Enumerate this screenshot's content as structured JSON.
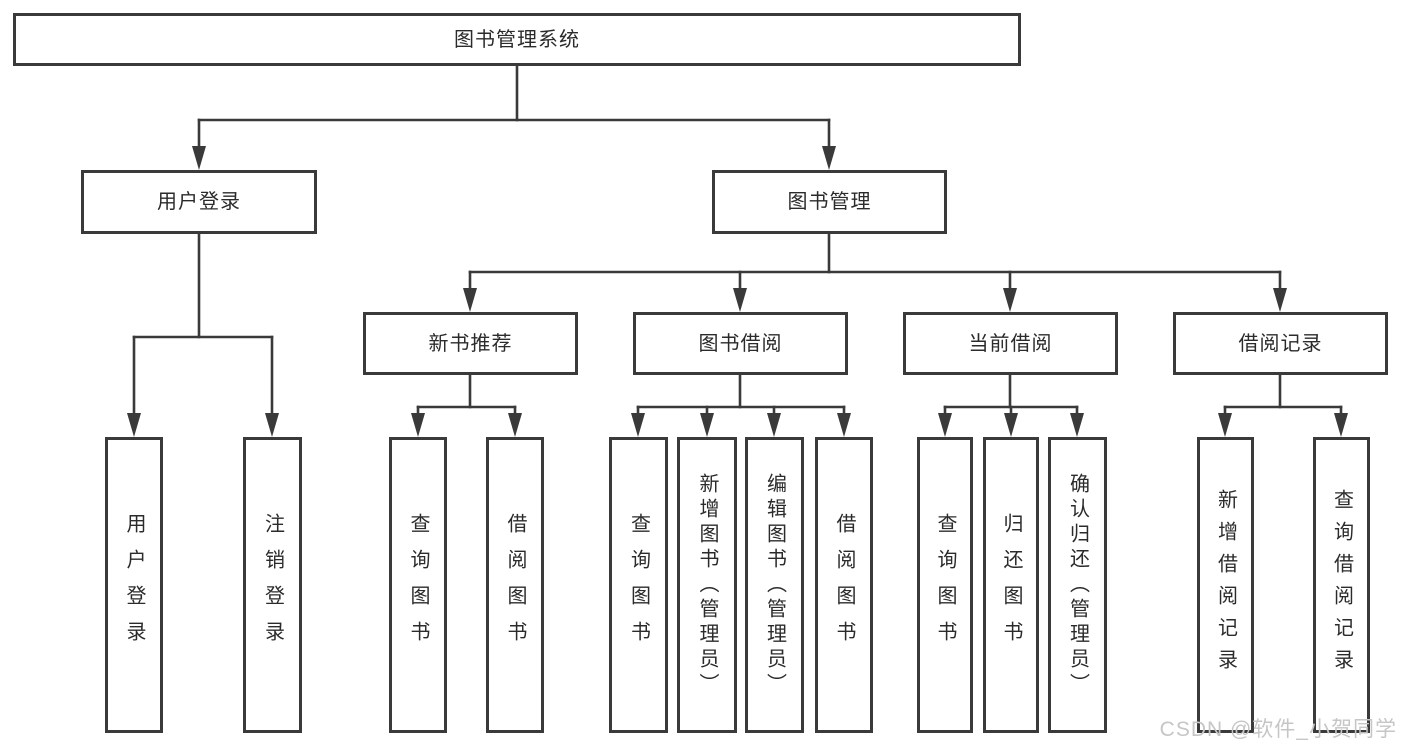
{
  "diagram_type": "hierarchy-tree",
  "tree": {
    "label": "图书管理系统",
    "children": [
      {
        "label": "用户登录",
        "children": [
          {
            "label": "用户登录"
          },
          {
            "label": "注销登录"
          }
        ]
      },
      {
        "label": "图书管理",
        "children": [
          {
            "label": "新书推荐",
            "children": [
              {
                "label": "查询图书"
              },
              {
                "label": "借阅图书"
              }
            ]
          },
          {
            "label": "图书借阅",
            "children": [
              {
                "label": "查询图书"
              },
              {
                "label": "新增图书（管理员）"
              },
              {
                "label": "编辑图书（管理员）"
              },
              {
                "label": "借阅图书"
              }
            ]
          },
          {
            "label": "当前借阅",
            "children": [
              {
                "label": "查询图书"
              },
              {
                "label": "归还图书"
              },
              {
                "label": "确认归还（管理员）"
              }
            ]
          },
          {
            "label": "借阅记录",
            "children": [
              {
                "label": "新增借阅记录"
              },
              {
                "label": "查询借阅记录"
              }
            ]
          }
        ]
      }
    ]
  },
  "watermark": {
    "text": "CSDN @软件_小贺同学"
  },
  "colors": {
    "line": "#3a3a3a",
    "text": "#2b2b2b",
    "background": "#ffffff",
    "watermark": "#c6c6c6"
  }
}
